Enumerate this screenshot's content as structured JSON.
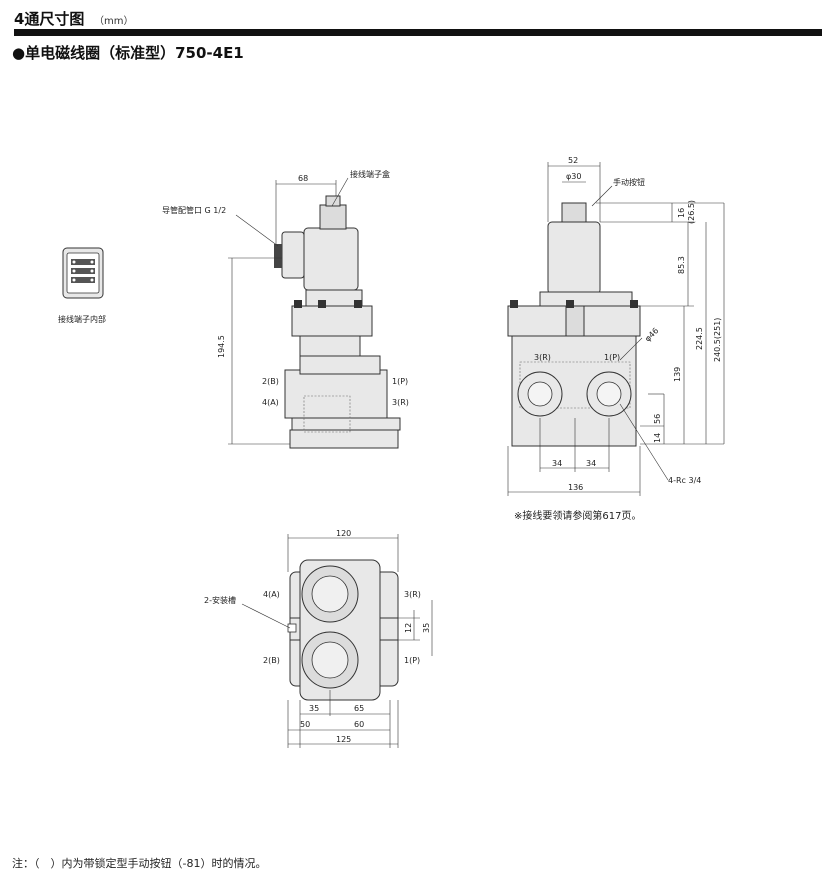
{
  "header": {
    "title": "4通尺寸图",
    "unit": "（mm）"
  },
  "subtitle": "●单电磁线圈（标准型）750-4E1",
  "side_view": {
    "callout_pipe": "导管配管口 G 1/2",
    "callout_terminal_box": "接线端子盒",
    "dim_68": "68",
    "dim_194_5": "194.5",
    "port_2b": "2(B)",
    "port_4a": "4(A)",
    "port_1p": "1(P)",
    "port_3r": "3(R)"
  },
  "terminal_inset": {
    "label": "接线端子内部"
  },
  "front_view": {
    "dim_52": "52",
    "dim_phi30": "φ30",
    "callout_manual": "手动按钮",
    "dim_16": "16",
    "dim_26_5": "(26.5)",
    "dim_85_3": "85.3",
    "dim_224_5": "224.5",
    "dim_240_5": "240.5(251)",
    "dim_phi46": "φ46",
    "port_3r": "3(R)",
    "port_1p": "1(P)",
    "dim_139": "139",
    "dim_56": "56",
    "dim_14": "14",
    "dim_34a": "34",
    "dim_34b": "34",
    "dim_136": "136",
    "callout_rc": "4-Rc 3/4"
  },
  "wiring_note": "※接线要领请参阅第617页。",
  "top_view": {
    "dim_120": "120",
    "port_4a": "4(A)",
    "port_3r": "3(R)",
    "port_2b": "2(B)",
    "port_1p": "1(P)",
    "callout_mount": "2-安装槽",
    "dim_12": "12",
    "dim_35v": "35",
    "dim_35": "35",
    "dim_65": "65",
    "dim_50": "50",
    "dim_60": "60",
    "dim_125": "125"
  },
  "footnote": "注：（　）内为带锁定型手动按钮（-81）时的情况。",
  "colors": {
    "body_fill": "#e8e8e8",
    "line": "#333333",
    "header_bar": "#111111"
  }
}
